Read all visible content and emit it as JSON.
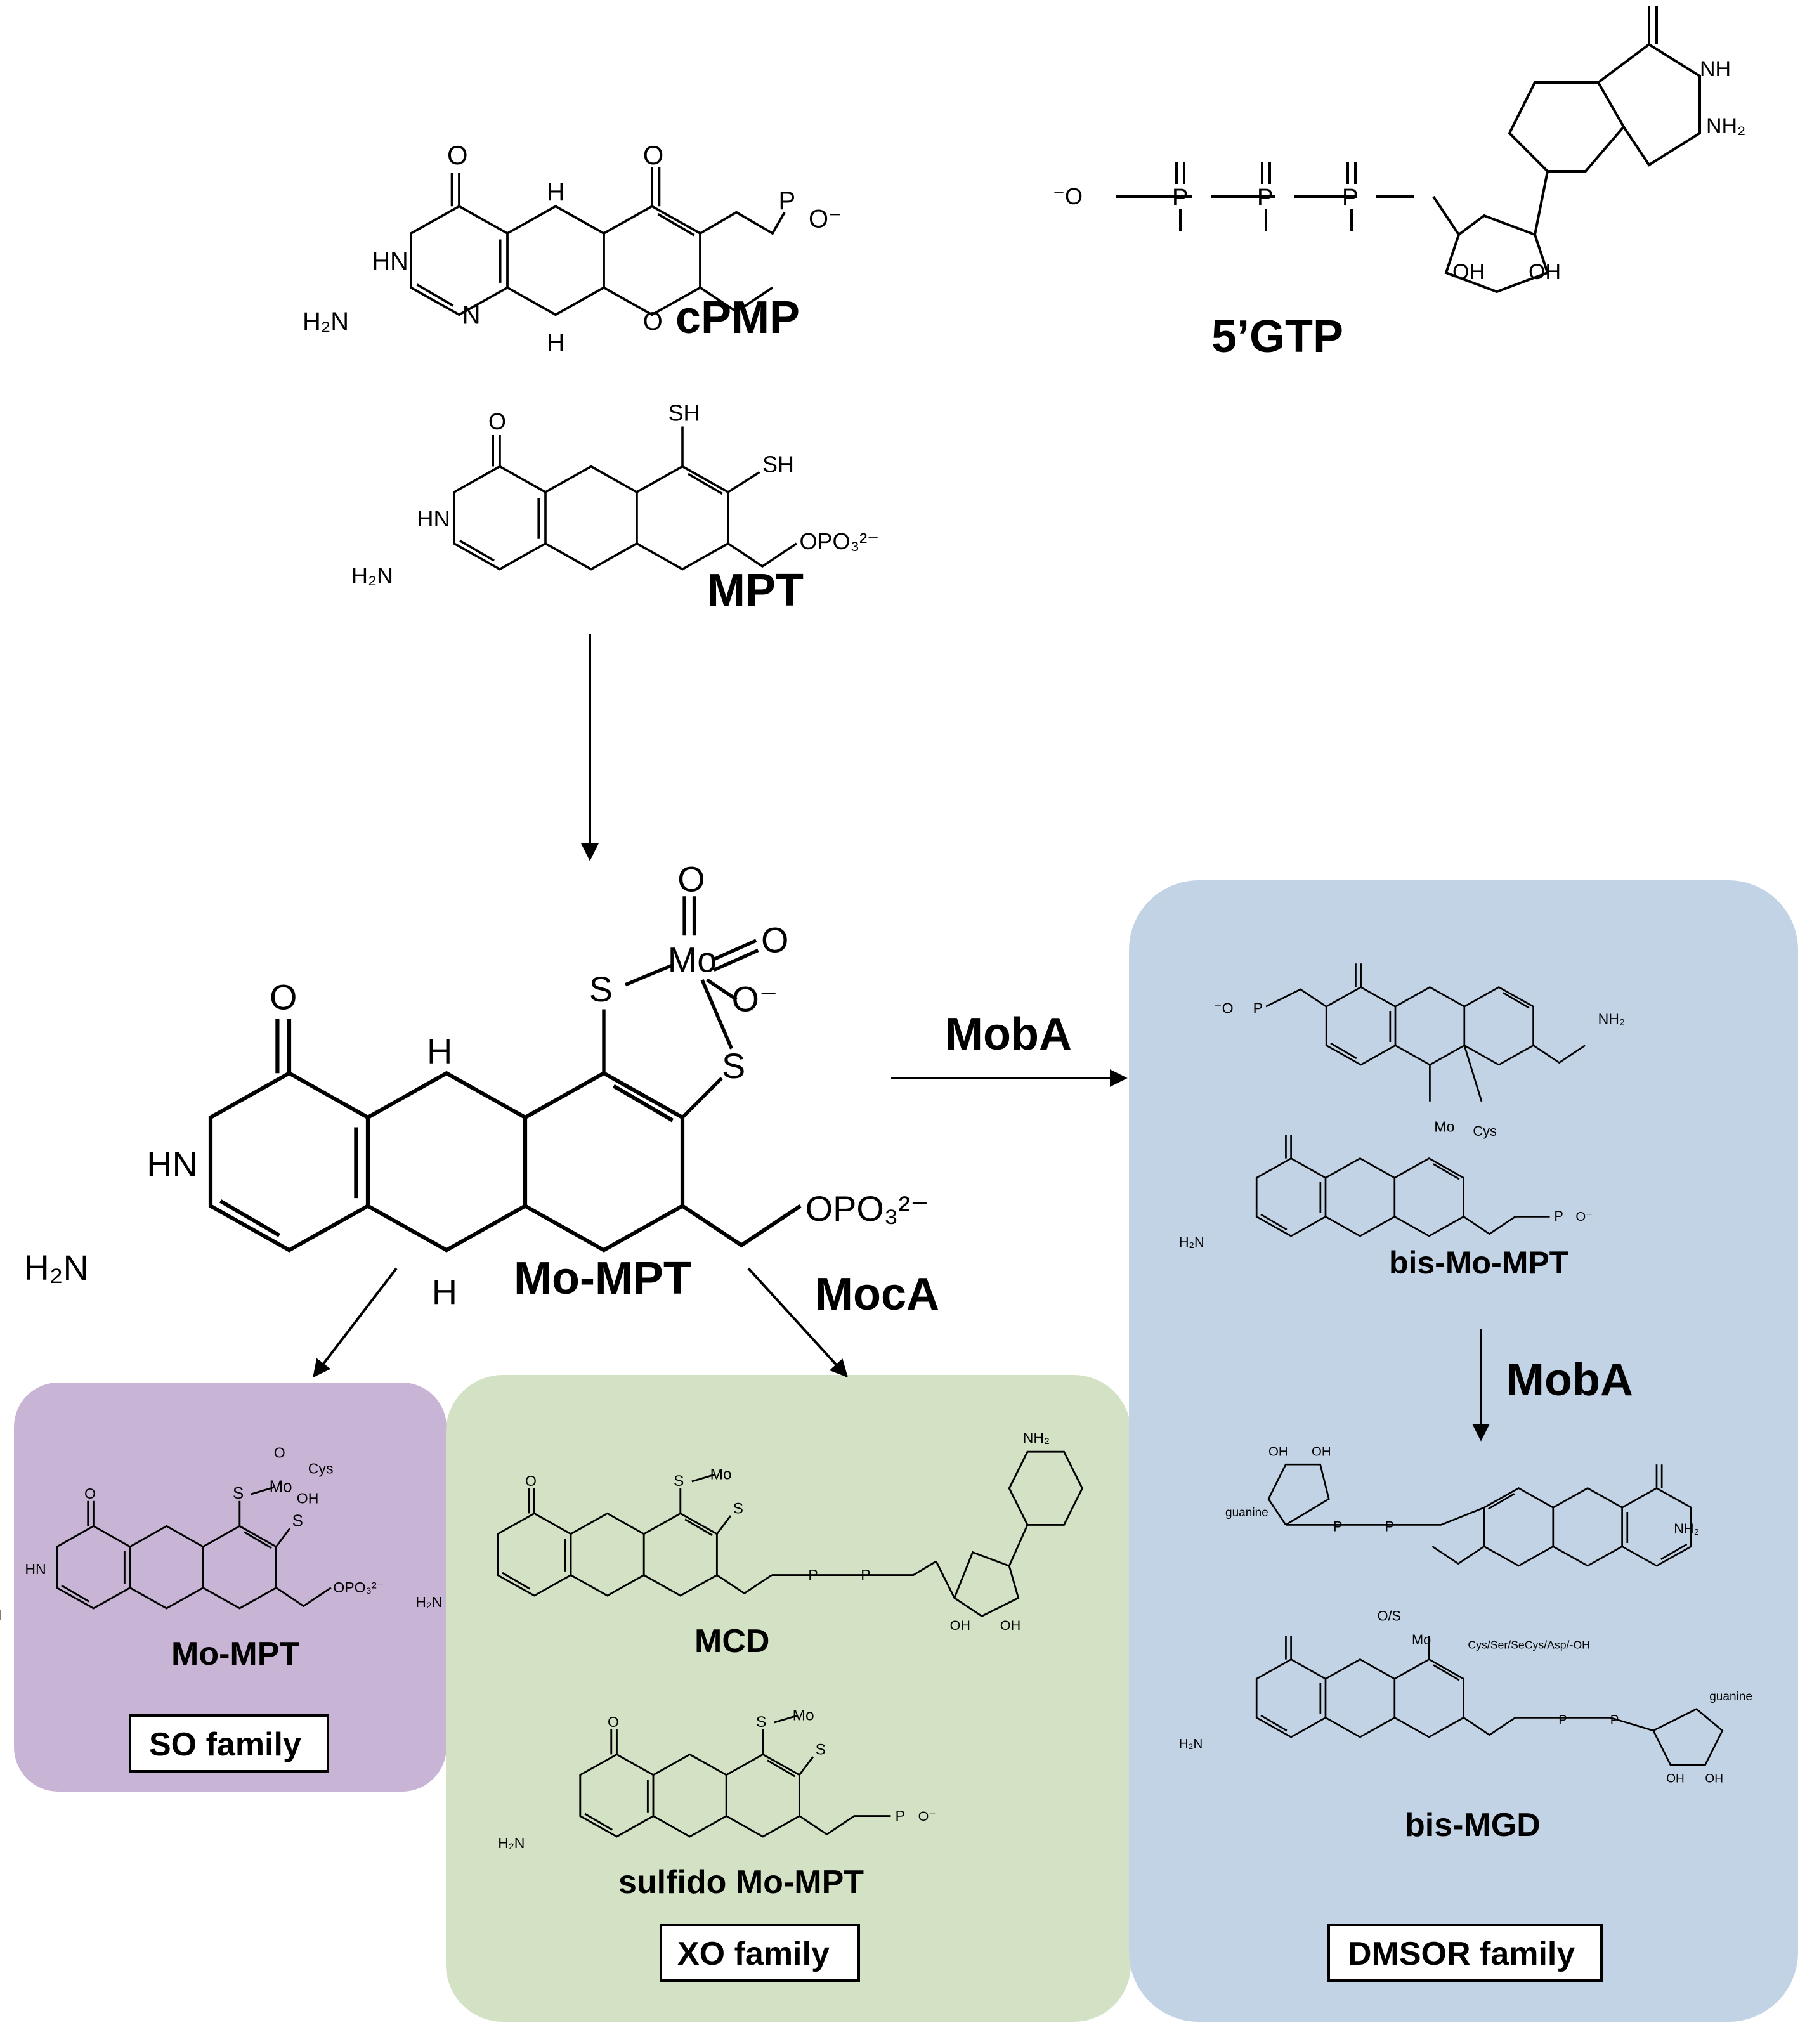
{
  "labels": {
    "cpmp": "cPMP",
    "gtp": "5’GTP",
    "mpt": "MPT",
    "mo_mpt_center": "Mo-MPT",
    "moba_1": "MobA",
    "moca": "MocA",
    "bis_mo_mpt": "bis-Mo-MPT",
    "moba_2": "MobA",
    "mo_mpt_so": "Mo-MPT",
    "mcd": "MCD",
    "sulfido": "sulfido Mo-MPT",
    "bis_mgd": "bis-MGD"
  },
  "families": {
    "so": "SO family",
    "xo": "XO family",
    "dmsor": "DMSOR family"
  },
  "colors": {
    "so_bg": "#c8b4d4",
    "xo_bg": "#d3e2c4",
    "dmsor_bg": "#c3d3e6"
  },
  "atoms": {
    "O": "O",
    "HN": "HN",
    "H": "H",
    "N": "N",
    "NH": "NH",
    "NH2": "NH₂",
    "H2N": "H₂N",
    "P": "P",
    "O_minus": "O⁻",
    "minus_O": "⁻O",
    "OH": "OH",
    "S": "S",
    "SH": "SH",
    "Mo": "Mo",
    "Cys": "Cys",
    "OPO3": "OPO₃²⁻",
    "guanine": "guanine",
    "OS": "O/S",
    "ligands": "Cys/Ser/SeCys/Asp/-OH"
  }
}
